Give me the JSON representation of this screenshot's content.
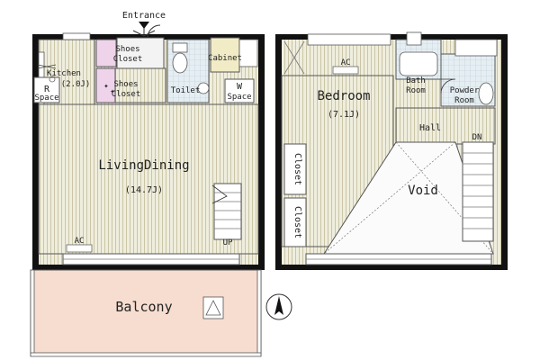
{
  "labels": {
    "entrance": "Entrance",
    "kitchen": "Kitchen",
    "kitchen_size": "(2.0J)",
    "r_space_letter": "R",
    "r_space_word": "Space",
    "shoes_closet_1_a": "Shoes",
    "shoes_closet_1_b": "Closet",
    "shoes_closet_2_a": "Shoes",
    "shoes_closet_2_b": "Closet",
    "cabinet": "Cabinet",
    "toilet": "Toilet",
    "w_space_letter": "W",
    "w_space_word": "Space",
    "living_dining": "LivingDining",
    "living_dining_size": "(14.7J)",
    "ac_living": "AC",
    "up": "UP",
    "balcony": "Balcony",
    "bedroom": "Bedroom",
    "bedroom_size": "(7.1J)",
    "ac_bedroom": "AC",
    "bath_a": "Bath",
    "bath_b": "Room",
    "powder_a": "Powder",
    "powder_b": "Room",
    "hall": "Hall",
    "dn": "DN",
    "closet_1": "Closet",
    "closet_2": "Closet",
    "void": "Void"
  },
  "colors": {
    "wall": "#111111",
    "room_fill": "#efeddd",
    "room_stripe": "#c9c4a4",
    "balcony_fill": "#f6ddd0",
    "tile_fill": "#dde8ee",
    "shoes_fill": "#efd3ea",
    "cabinet_fill": "#f1ecc6"
  }
}
